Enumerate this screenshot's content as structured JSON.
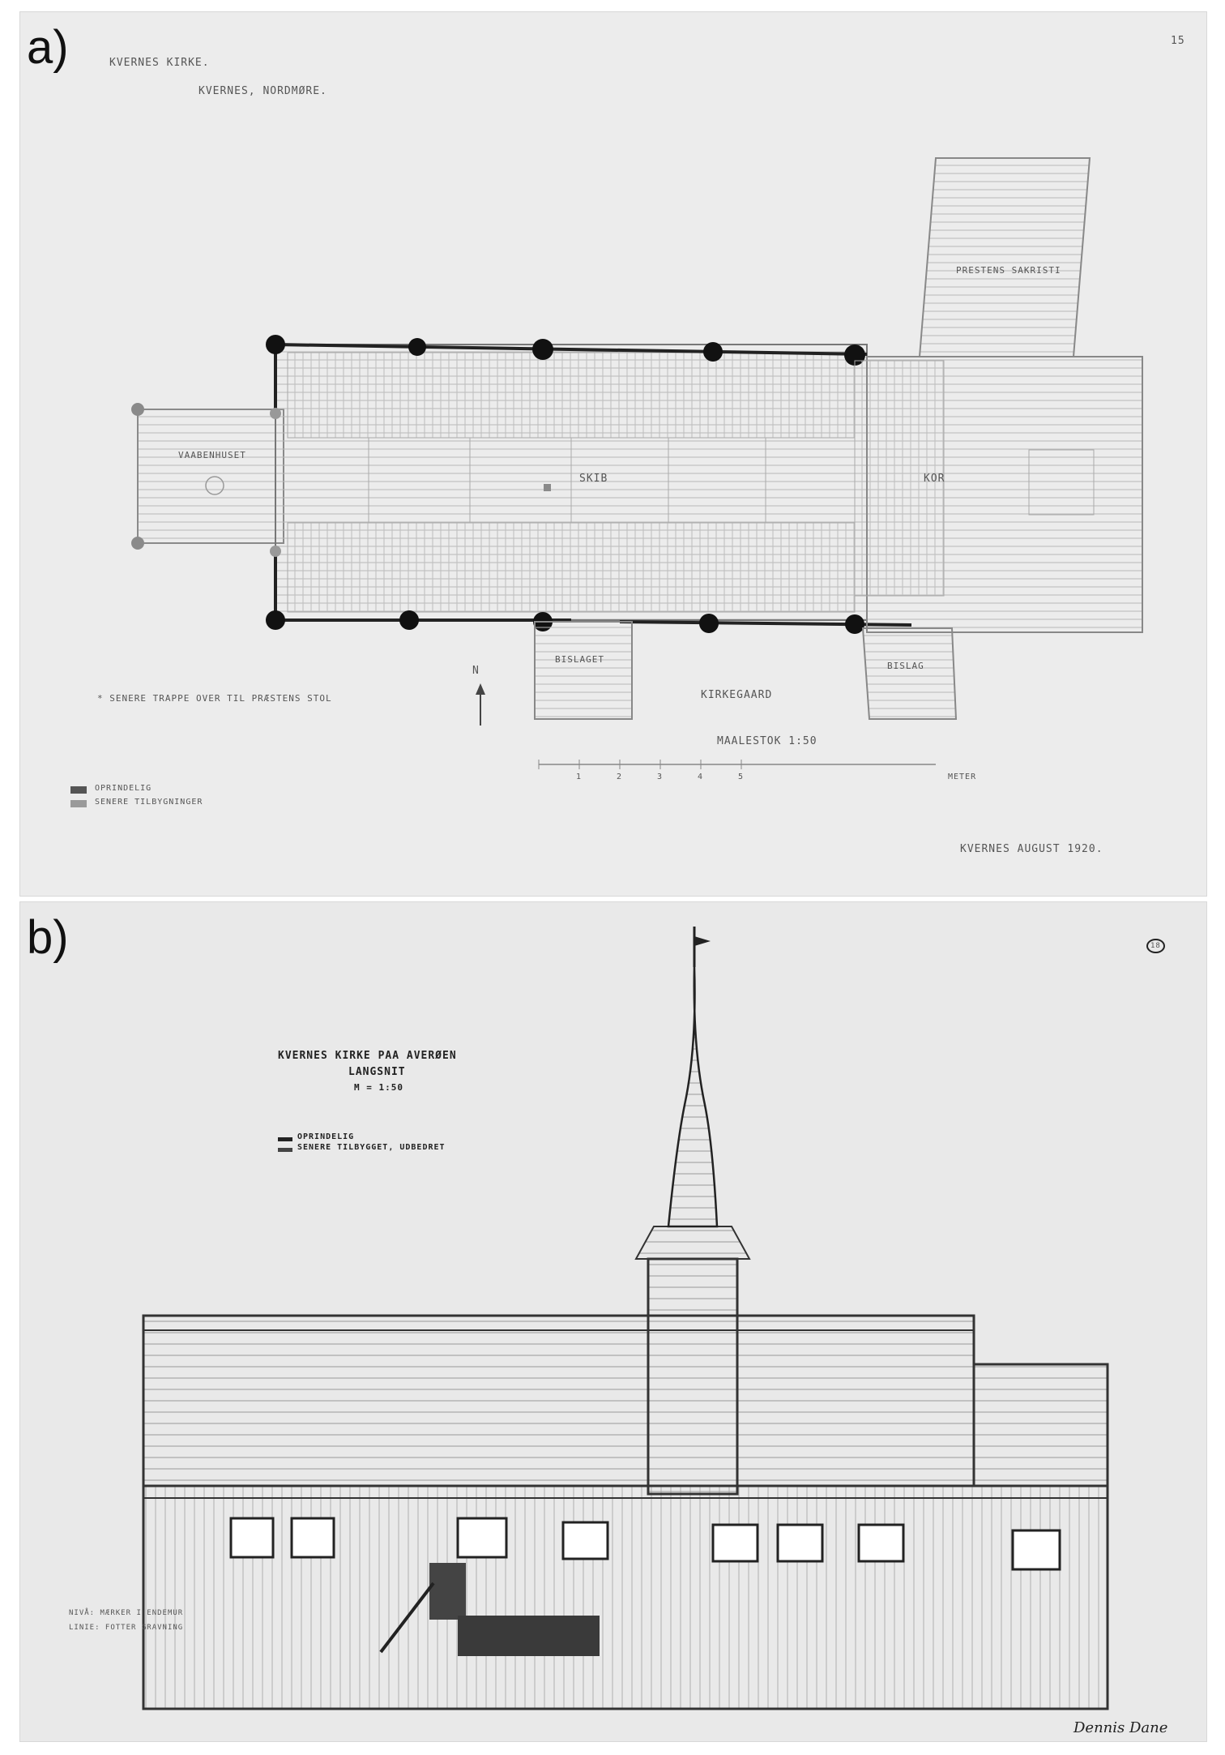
{
  "figure": {
    "panel_a": {
      "label": "a)",
      "title": "KVERNES KIRKE.",
      "subtitle": "KVERNES, NORDMØRE.",
      "rooms": {
        "vaapenhus": "VAABENHUSET",
        "skib": "SKIB",
        "kor": "KOR",
        "sakristi": "PRESTENS SAKRISTI",
        "bislag_left": "BISLAGET",
        "bislag_right": "BISLAG",
        "kirkegaard": "KIRKEGAARD"
      },
      "note": "* SENERE TRAPPE OVER TIL PRÆSTENS STOL",
      "scale": "MAALESTOK 1:50",
      "scale_ticks": [
        "1",
        "2",
        "3",
        "4",
        "5"
      ],
      "scale_unit": "METER",
      "legend": [
        {
          "label": "OPRINDELIG",
          "color": "#555555"
        },
        {
          "label": "SENERE TILBYGNINGER",
          "color": "#9a9a9a"
        }
      ],
      "date_sign": "KVERNES AUGUST 1920.",
      "corner_mark": "15",
      "north_mark": "N"
    },
    "panel_b": {
      "label": "b)",
      "title": "KVERNES KIRKE PAA AVERØEN",
      "subtitle": "LANGSNIT",
      "scale": "M = 1:50",
      "legend": [
        {
          "label": "OPRINDELIG"
        },
        {
          "label": "SENERE TILBYGGET, UDBEDRET"
        }
      ],
      "left_notes": [
        "NIVÅ: MÆRKER I ENDEMUR",
        "LINIE: FOTTER GRAVNING"
      ],
      "signature": "Dennis Dane",
      "corner_mark": "18"
    }
  }
}
